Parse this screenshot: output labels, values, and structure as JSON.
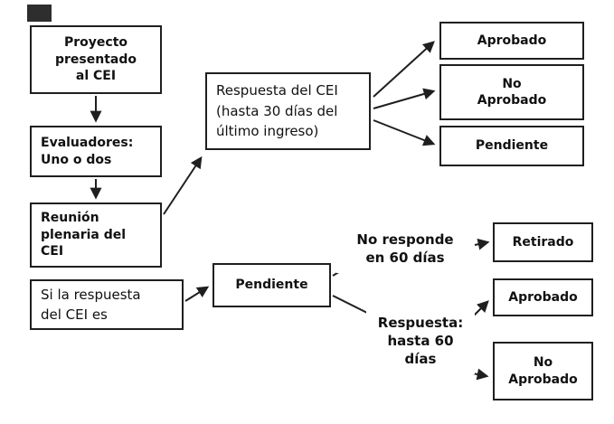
{
  "colors": {
    "border": "#1f1f1f",
    "background": "#ffffff",
    "arrow": "#1f1f1f"
  },
  "nodes": {
    "proyecto": {
      "label": "Proyecto\npresentado\nal CEI"
    },
    "evaluadores": {
      "label": "Evaluadores:\nUno o dos"
    },
    "reunion_plenaria": {
      "label": "Reunión\nplenaria del\nCEI"
    },
    "si_la_respuesta": {
      "label": "Si la respuesta\ndel CEI es"
    },
    "respuesta_cei": {
      "label": "Respuesta del CEI\n(hasta 30 días del\núltimo ingreso)"
    },
    "aprobado_superior": {
      "label": "Aprobado"
    },
    "no_aprobado_superior": {
      "label": "No\nAprobado"
    },
    "pendiente_superior": {
      "label": "Pendiente"
    },
    "pendiente_central": {
      "label": "Pendiente"
    },
    "no_responde": {
      "label": "No responde\nen 60 días"
    },
    "retirado": {
      "label": "Retirado"
    },
    "respuesta_60_dias": {
      "label": "Respuesta:\nhasta 60\ndías"
    },
    "aprobado_inferior": {
      "label": "Aprobado"
    },
    "no_aprobado_inferior": {
      "label": "No\nAprobado"
    }
  }
}
